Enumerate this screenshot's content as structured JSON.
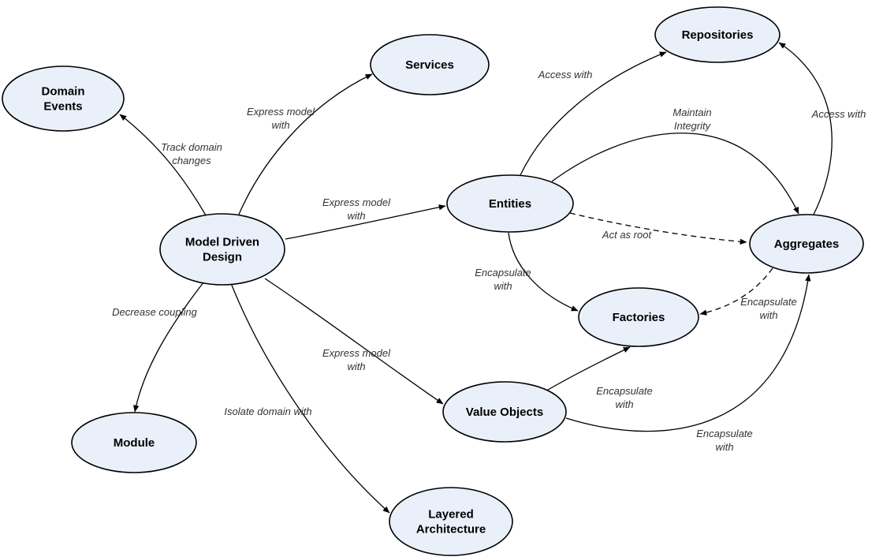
{
  "diagram": {
    "name": "Domain-Driven Design concept map",
    "colors": {
      "background": "#ffffff",
      "node_fill": "#e9f0fa",
      "node_stroke": "#000000",
      "node_text": "#000000",
      "edge": "#000000",
      "edge_label": "#333333"
    },
    "nodes": [
      {
        "id": "domain-events",
        "label": "Domain\nEvents"
      },
      {
        "id": "services",
        "label": "Services"
      },
      {
        "id": "repositories",
        "label": "Repositories"
      },
      {
        "id": "entities",
        "label": "Entities"
      },
      {
        "id": "model-driven-design",
        "label": "Model Driven\nDesign"
      },
      {
        "id": "aggregates",
        "label": "Aggregates"
      },
      {
        "id": "factories",
        "label": "Factories"
      },
      {
        "id": "module",
        "label": "Module"
      },
      {
        "id": "value-objects",
        "label": "Value Objects"
      },
      {
        "id": "layered-architecture",
        "label": "Layered\nArchitecture"
      }
    ],
    "edges": [
      {
        "from": "model-driven-design",
        "to": "domain-events",
        "label": "Track domain\nchanges",
        "style": "solid"
      },
      {
        "from": "model-driven-design",
        "to": "services",
        "label": "Express model\nwith",
        "style": "solid"
      },
      {
        "from": "model-driven-design",
        "to": "entities",
        "label": "Express model\nwith",
        "style": "solid"
      },
      {
        "from": "model-driven-design",
        "to": "value-objects",
        "label": "Express model\nwith",
        "style": "solid"
      },
      {
        "from": "model-driven-design",
        "to": "module",
        "label": "Decrease coupling",
        "style": "solid"
      },
      {
        "from": "model-driven-design",
        "to": "layered-architecture",
        "label": "Isolate domain with",
        "style": "solid"
      },
      {
        "from": "entities",
        "to": "repositories",
        "label": "Access with",
        "style": "solid"
      },
      {
        "from": "entities",
        "to": "aggregates",
        "label": "Act as root",
        "style": "dashed"
      },
      {
        "from": "entities",
        "to": "factories",
        "label": "Encapsulate\nwith",
        "style": "solid"
      },
      {
        "from": "entities",
        "to": "aggregates",
        "label": "Maintain\nIntegrity",
        "style": "solid"
      },
      {
        "from": "aggregates",
        "to": "repositories",
        "label": "Access with",
        "style": "solid"
      },
      {
        "from": "aggregates",
        "to": "factories",
        "label": "Encapsulate\nwith",
        "style": "dashed"
      },
      {
        "from": "value-objects",
        "to": "factories",
        "label": "Encapsulate\nwith",
        "style": "solid"
      },
      {
        "from": "value-objects",
        "to": "aggregates",
        "label": "Encapsulate\nwith",
        "style": "solid"
      }
    ]
  }
}
